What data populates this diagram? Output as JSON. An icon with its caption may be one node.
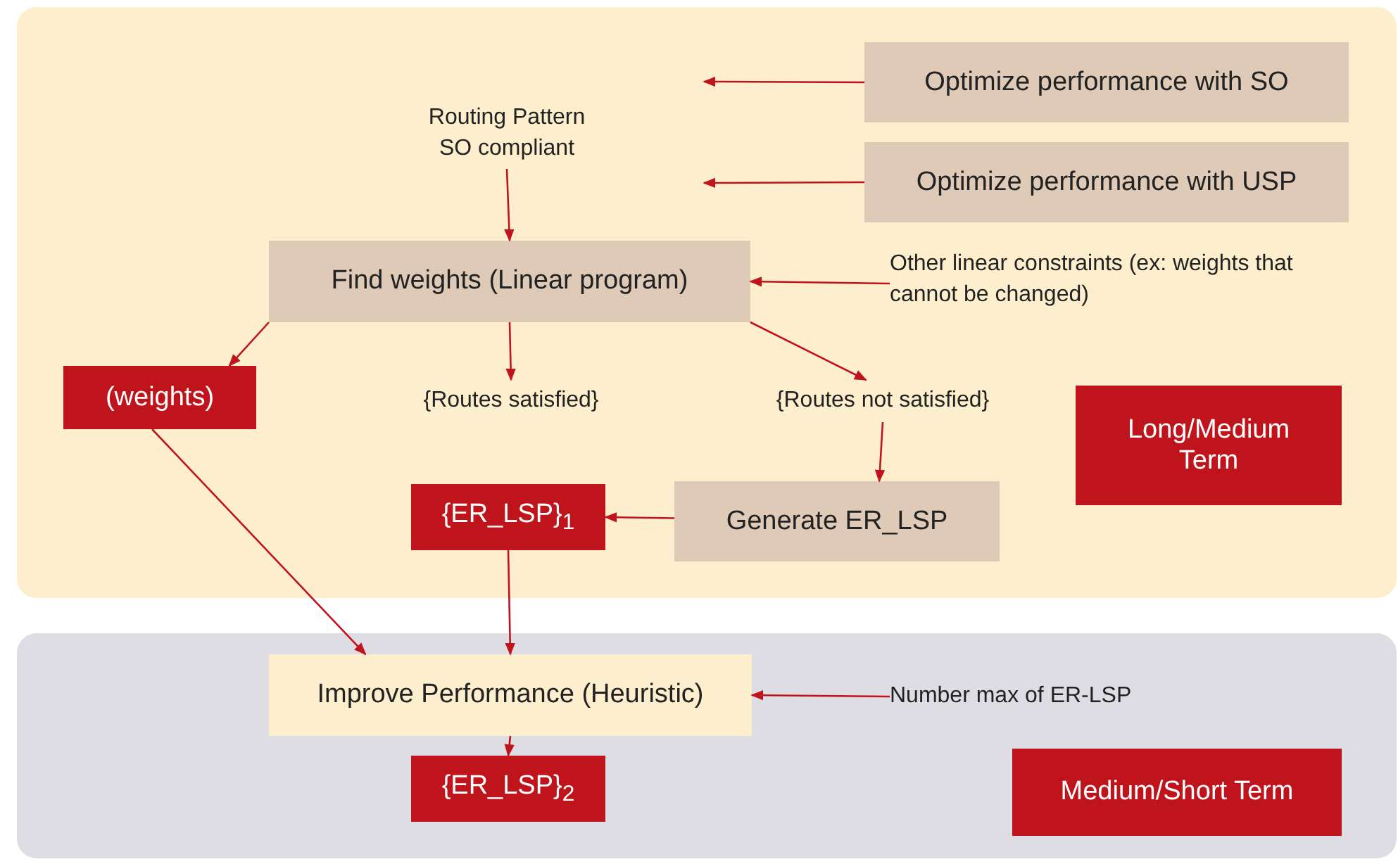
{
  "diagram": {
    "nodes": [
      {
        "text": [],
        "shape": "box"
      },
      {
        "text": [
          "Optimize performance with SO"
        ],
        "in": 0
      },
      {
        "text": [
          "Optimize performance with USP"
        ],
        "in": 0
      },
      {
        "text": [
          "Routing Pattern SO compliant"
        ],
        "in": 0
      },
      {
        "text": [
          "Find weights (Linear program)"
        ],
        "in": 0
      },
      {
        "text": [
          "Other linear constraints (ex: weights that cannot be changed)"
        ],
        "in": 0
      },
      {
        "text": [
          "(weights)"
        ],
        "in": 0
      },
      {
        "text": [
          "{Routes satisfied}"
        ],
        "in": 0
      },
      {
        "text": [
          "{Routes not satisfied}"
        ],
        "in": 0
      },
      {
        "text": [
          "Long/Medium Term"
        ],
        "in": 0
      },
      {
        "text": [
          "{ER_LSP}$_{1}$"
        ],
        "in": 0
      },
      {
        "text": [
          "Generate ER_LSP"
        ],
        "in": 0
      },
      {
        "text": [],
        "shape": "box"
      },
      {
        "text": [
          "Improve Performance (Heuristic)"
        ],
        "in": 12
      },
      {
        "text": [
          "Number max of ER-LSP"
        ],
        "in": 12
      },
      {
        "text": [
          "{ER_LSP}$_{2}$"
        ],
        "in": 12
      },
      {
        "text": [
          "Medium/Short Term"
        ],
        "in": 12
      }
    ],
    "edges": [
      {
        "from": 1,
        "to": null,
        "arrow": "to"
      },
      {
        "from": 2,
        "to": null,
        "arrow": "to"
      },
      {
        "from": 3,
        "to": 4,
        "arrow": "to"
      },
      {
        "from": 5,
        "to": 4,
        "arrow": "to"
      },
      {
        "from": 4,
        "to": 6,
        "arrow": "to"
      },
      {
        "from": 4,
        "to": 7,
        "arrow": "to"
      },
      {
        "from": 4,
        "to": 8,
        "arrow": "to"
      },
      {
        "from": 8,
        "to": 11,
        "arrow": "to"
      },
      {
        "from": 11,
        "to": 10,
        "arrow": "to"
      },
      {
        "from": 10,
        "to": 13,
        "arrow": "to"
      },
      {
        "from": 6,
        "to": 13,
        "arrow": "to"
      },
      {
        "from": 14,
        "to": 13,
        "arrow": "to"
      },
      {
        "from": 13,
        "to": 15,
        "arrow": "to"
      }
    ]
  }
}
